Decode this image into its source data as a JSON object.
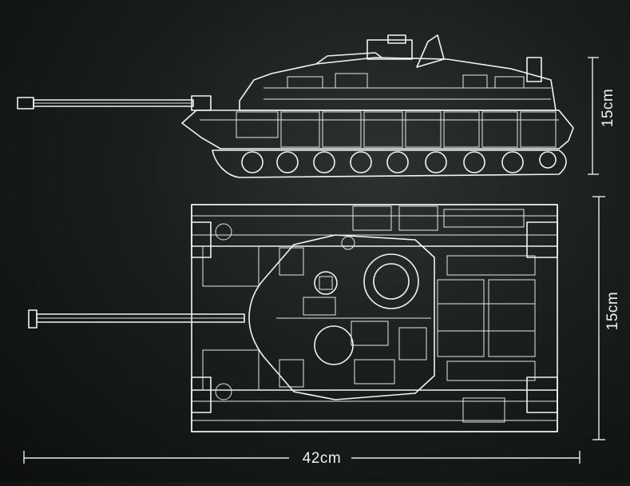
{
  "dimensions": {
    "side_height": "15cm",
    "top_width": "15cm",
    "length": "42cm"
  },
  "colors": {
    "background": "#141815",
    "outline": "#f2f2f2"
  }
}
